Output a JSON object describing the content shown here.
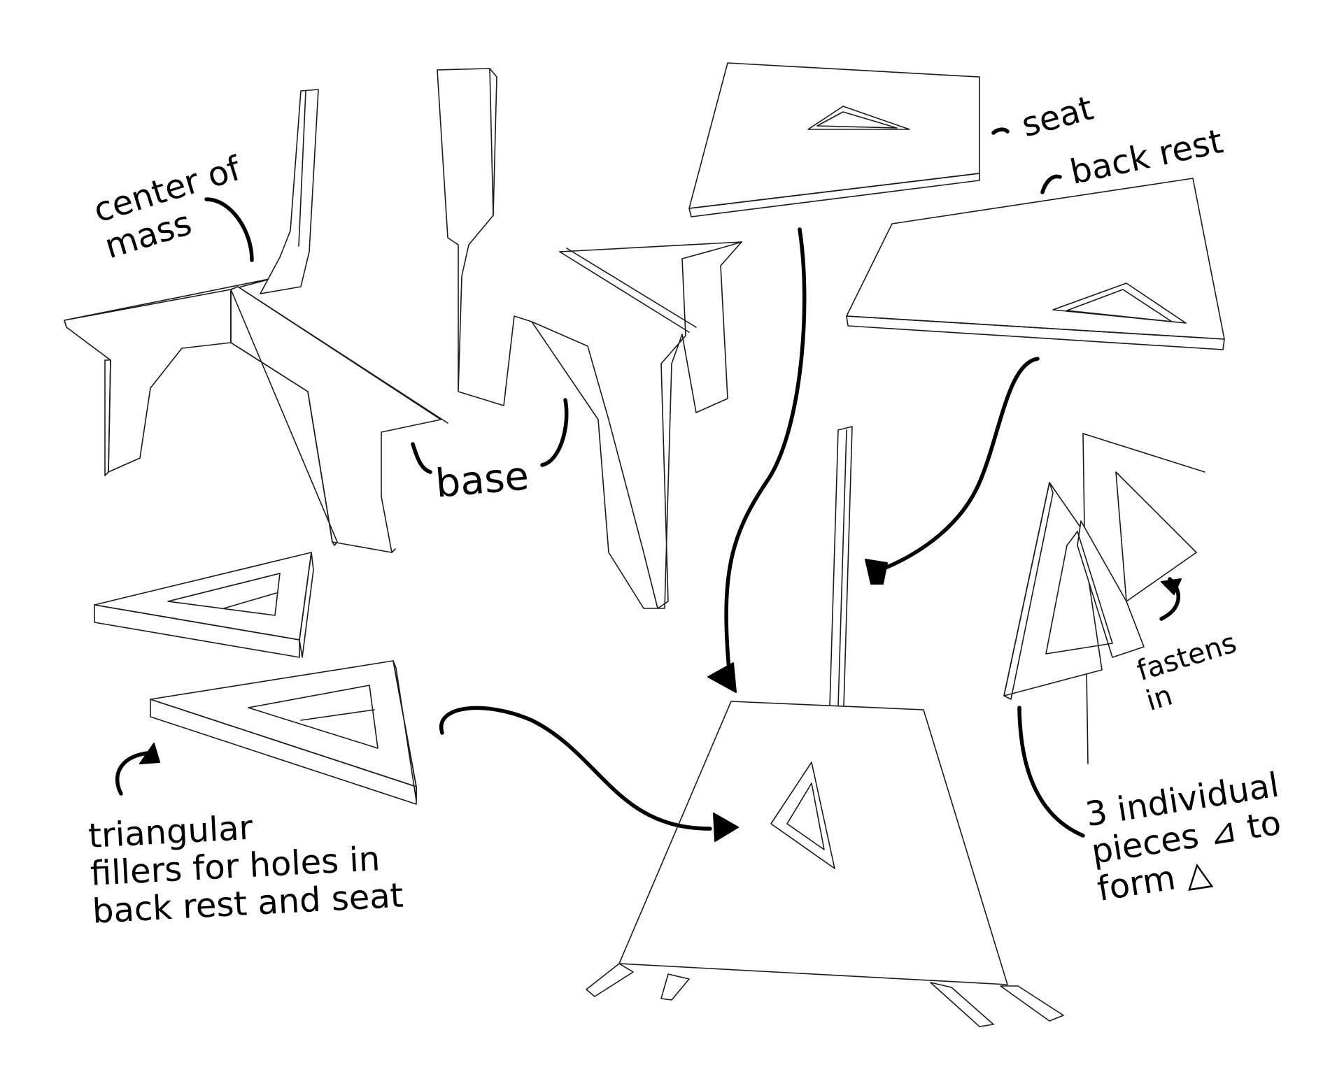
{
  "diagram": {
    "labels": {
      "center_of_mass": "center of\nmass",
      "base": "base",
      "seat": "seat",
      "back_rest": "back rest",
      "fasten": "fastens\nin",
      "fillers": "triangular\nfillers for holes in\nback rest and seat",
      "three_pieces": "3 individual\npieces ⊿ to\nform △"
    }
  }
}
